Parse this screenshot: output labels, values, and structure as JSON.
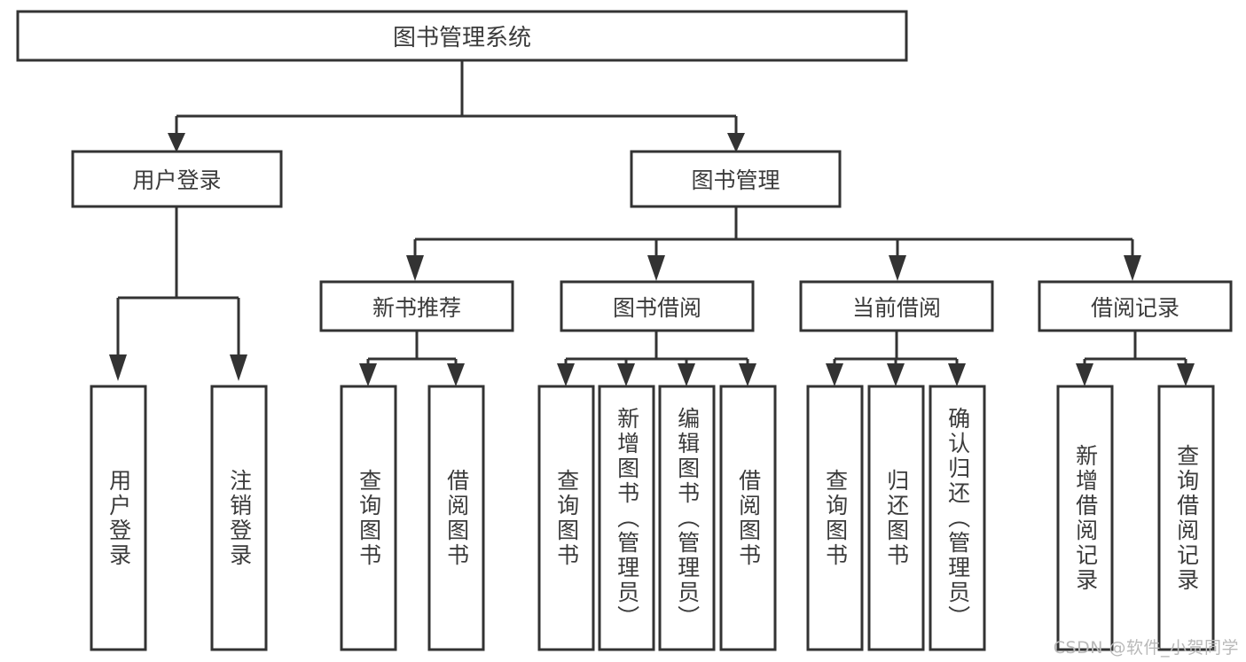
{
  "diagram": {
    "type": "tree-hierarchy",
    "title": "图书管理系统",
    "root": {
      "id": "root",
      "label": "图书管理系统",
      "orientation": "horizontal"
    },
    "level2": [
      {
        "id": "user-login",
        "label": "用户登录",
        "orientation": "horizontal"
      },
      {
        "id": "book-manage",
        "label": "图书管理",
        "orientation": "horizontal"
      }
    ],
    "level3": [
      {
        "id": "new-book-rec",
        "label": "新书推荐",
        "parent": "book-manage",
        "orientation": "horizontal"
      },
      {
        "id": "book-borrow",
        "label": "图书借阅",
        "parent": "book-manage",
        "orientation": "horizontal"
      },
      {
        "id": "current-borrow",
        "label": "当前借阅",
        "parent": "book-manage",
        "orientation": "horizontal"
      },
      {
        "id": "borrow-record",
        "label": "借阅记录",
        "parent": "book-manage",
        "orientation": "horizontal"
      }
    ],
    "leaves": [
      {
        "id": "leaf-user-login",
        "label": "用户登录",
        "parent": "user-login",
        "orientation": "vertical"
      },
      {
        "id": "leaf-user-logout",
        "label": "注销登录",
        "parent": "user-login",
        "orientation": "vertical"
      },
      {
        "id": "leaf-query-book-1",
        "label": "查询图书",
        "parent": "new-book-rec",
        "orientation": "vertical"
      },
      {
        "id": "leaf-borrow-book-1",
        "label": "借阅图书",
        "parent": "new-book-rec",
        "orientation": "vertical"
      },
      {
        "id": "leaf-query-book-2",
        "label": "查询图书",
        "parent": "book-borrow",
        "orientation": "vertical"
      },
      {
        "id": "leaf-add-book",
        "label": "新增图书（管理员）",
        "parent": "book-borrow",
        "orientation": "vertical"
      },
      {
        "id": "leaf-edit-book",
        "label": "编辑图书（管理员）",
        "parent": "book-borrow",
        "orientation": "vertical"
      },
      {
        "id": "leaf-borrow-book-2",
        "label": "借阅图书",
        "parent": "book-borrow",
        "orientation": "vertical"
      },
      {
        "id": "leaf-query-book-3",
        "label": "查询图书",
        "parent": "current-borrow",
        "orientation": "vertical"
      },
      {
        "id": "leaf-return-book",
        "label": "归还图书",
        "parent": "current-borrow",
        "orientation": "vertical"
      },
      {
        "id": "leaf-confirm-return",
        "label": "确认归还（管理员）",
        "parent": "current-borrow",
        "orientation": "vertical"
      },
      {
        "id": "leaf-add-record",
        "label": "新增借阅记录",
        "parent": "borrow-record",
        "orientation": "vertical"
      },
      {
        "id": "leaf-query-record",
        "label": "查询借阅记录",
        "parent": "borrow-record",
        "orientation": "vertical"
      }
    ],
    "colors": {
      "stroke": "#333333",
      "fill": "#ffffff",
      "text": "#3b3b3b",
      "watermark": "#b9b9b9"
    }
  },
  "watermark": {
    "text": "CSDN @软件_小贺同学"
  }
}
